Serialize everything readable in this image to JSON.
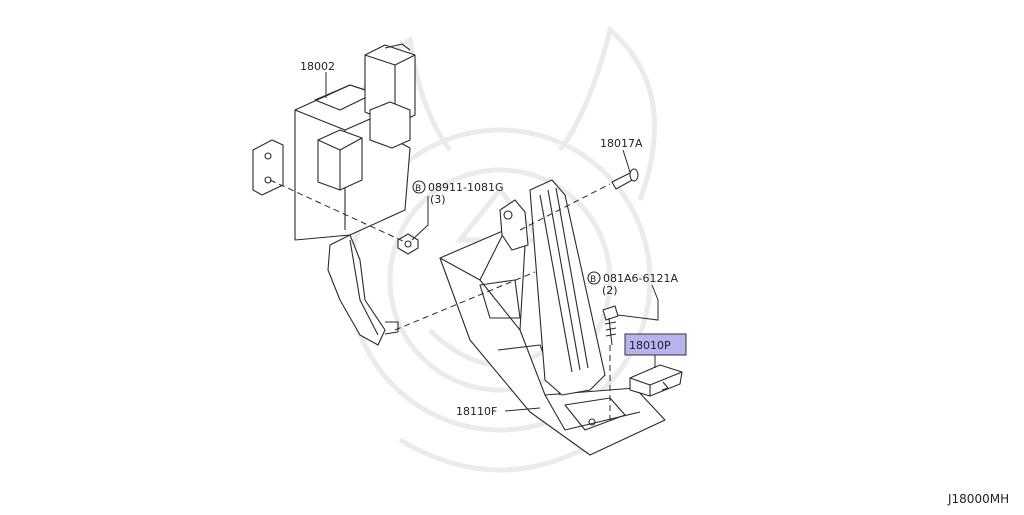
{
  "diagram_id": "J18000MH",
  "highlight_color": "#b7b2f0",
  "callouts": {
    "p18002": "18002",
    "p18017A": "18017A",
    "bolt1_symbol": "B",
    "bolt1_part": "08911-1081G",
    "bolt1_qty": "(3)",
    "bolt2_symbol": "B",
    "bolt2_part": "081A6-6121A",
    "bolt2_qty": "(2)",
    "p18010P": "18010P",
    "p18110F": "18110F"
  }
}
